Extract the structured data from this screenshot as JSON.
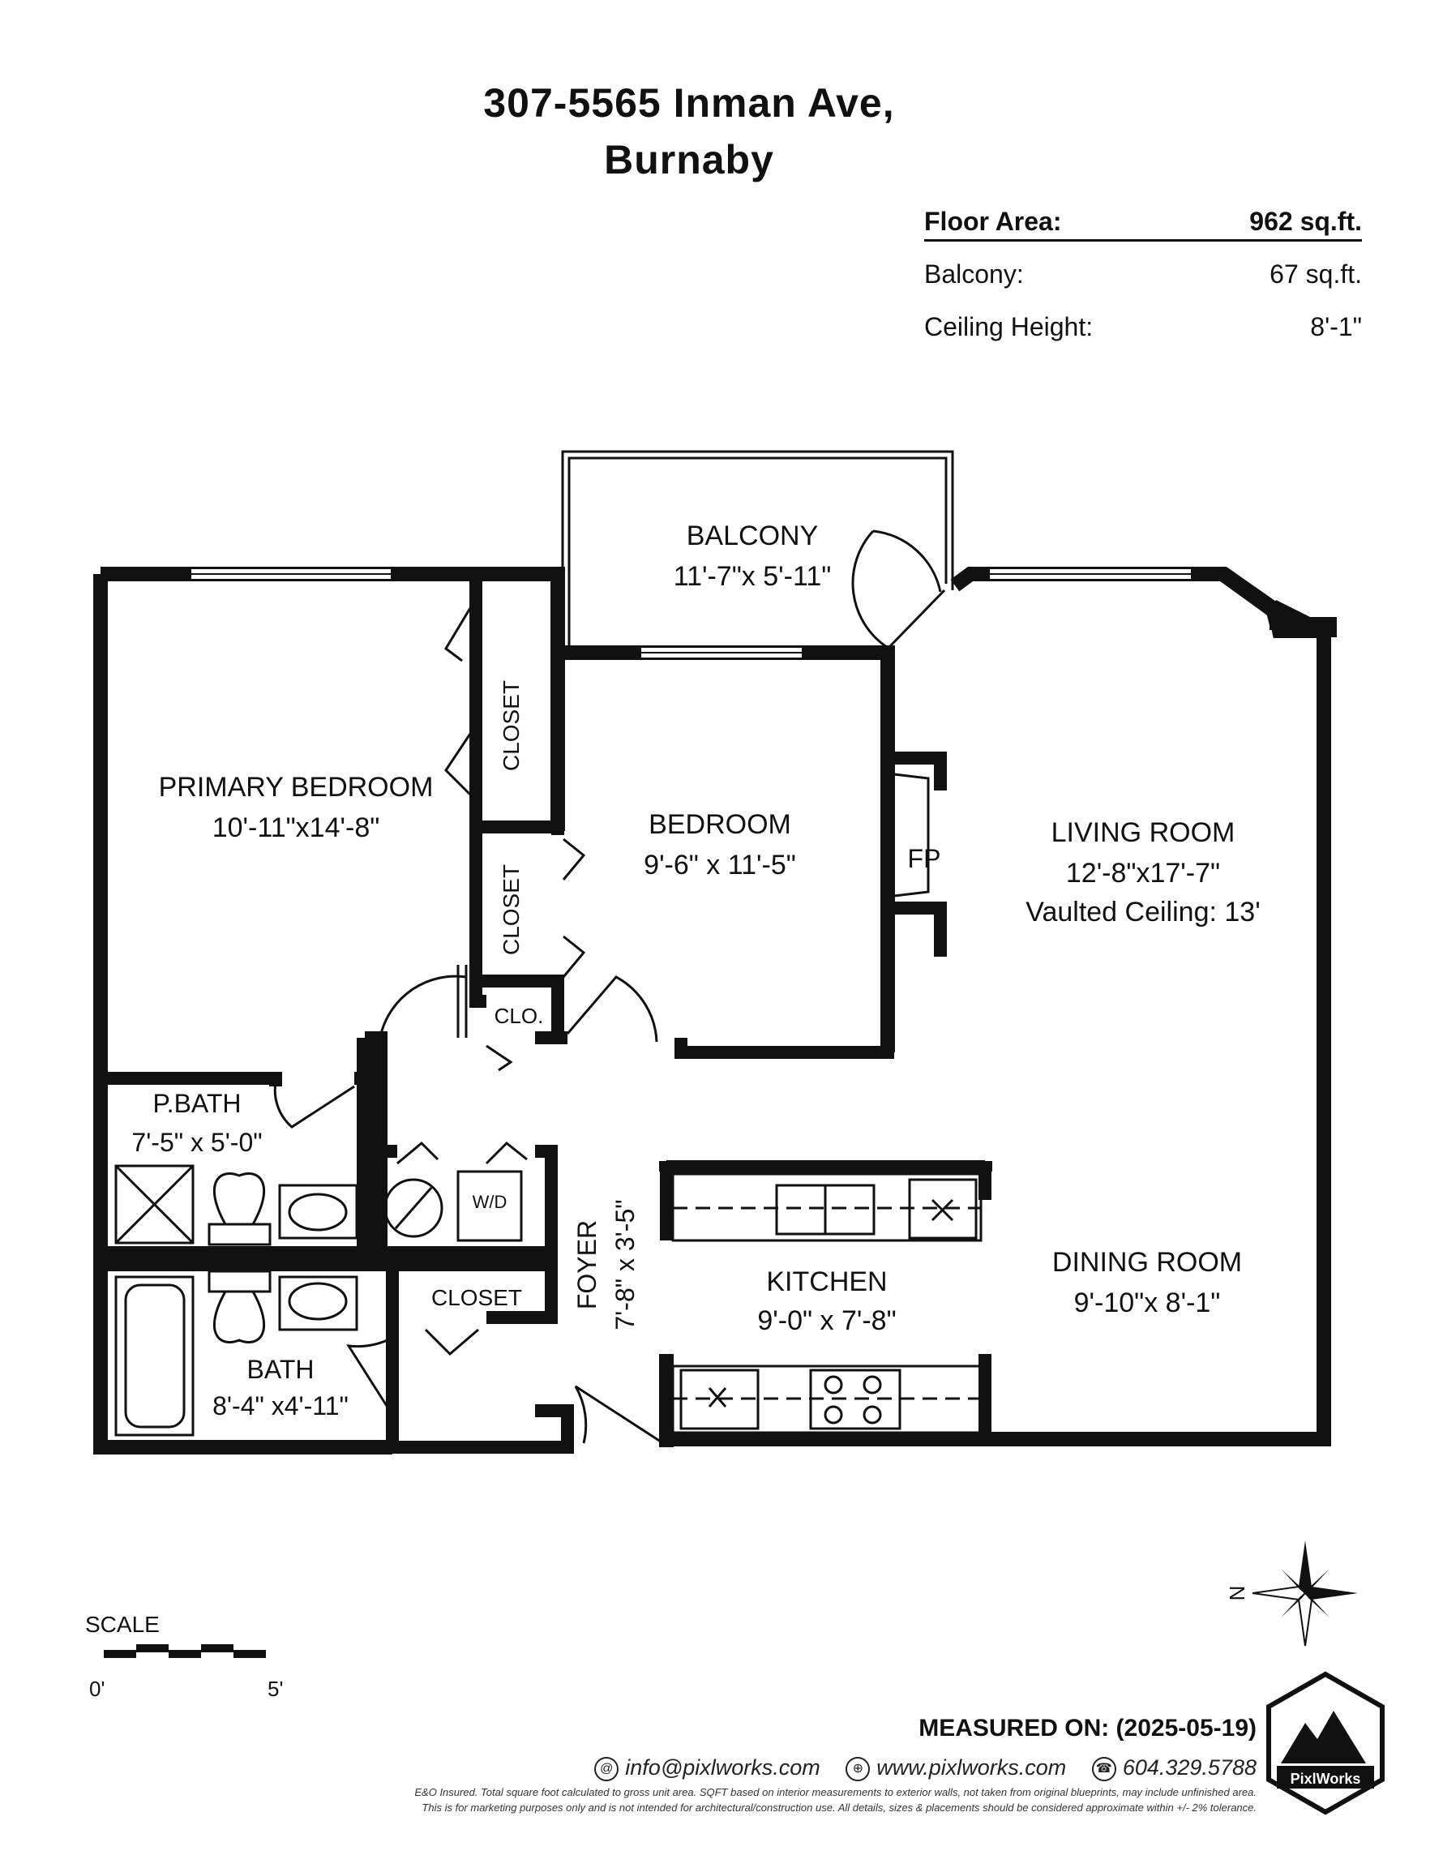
{
  "title": {
    "line1": "307-5565 Inman Ave,",
    "line2": "Burnaby"
  },
  "areas": [
    {
      "label": "Floor Area:",
      "value": "962 sq.ft."
    },
    {
      "label": "Balcony:",
      "value": "67 sq.ft."
    },
    {
      "label": "Ceiling Height:",
      "value": "8'-1\""
    }
  ],
  "rooms": {
    "balcony": {
      "name": "BALCONY",
      "dims": "11'-7\"x 5'-11\""
    },
    "primary_bedroom": {
      "name": "PRIMARY BEDROOM",
      "dims": "10'-11\"x14'-8\""
    },
    "bedroom": {
      "name": "BEDROOM",
      "dims": "9'-6\" x 11'-5\""
    },
    "living_room": {
      "name": "LIVING ROOM",
      "dims": "12'-8\"x17'-7\"",
      "extra": "Vaulted Ceiling: 13'"
    },
    "p_bath": {
      "name": "P.BATH",
      "dims": "7'-5\" x 5'-0\""
    },
    "bath": {
      "name": "BATH",
      "dims": "8'-4\" x4'-11\""
    },
    "kitchen": {
      "name": "KITCHEN",
      "dims": "9'-0\" x 7'-8\""
    },
    "dining_room": {
      "name": "DINING ROOM",
      "dims": "9'-10\"x 8'-1\""
    },
    "foyer": {
      "name": "FOYER",
      "dims": "7'-8\" x 3'-5\""
    },
    "closet_primary": "CLOSET",
    "closet_bedroom": "CLOSET",
    "closet_foyer": "CLOSET",
    "clo": "CLO.",
    "fireplace": "FP",
    "washer_dryer": "W/D"
  },
  "scale": {
    "label": "SCALE",
    "min": "0'",
    "max": "5'"
  },
  "compass": {
    "label": "N"
  },
  "footer": {
    "measured": "MEASURED ON: (2025-05-19)",
    "email": "info@pixlworks.com",
    "website": "www.pixlworks.com",
    "phone": "604.329.5788",
    "fine1": "E&O Insured.  Total square foot calculated to gross unit area. SQFT based on interior measurements to exterior walls, not taken from original blueprints, may include unfinished area.",
    "fine2": "This is for marketing purposes only and is not intended for architectural/construction use.  All details, sizes & placements should be considered approximate within +/- 2% tolerance."
  },
  "logo": {
    "text": "PixlWorks"
  }
}
